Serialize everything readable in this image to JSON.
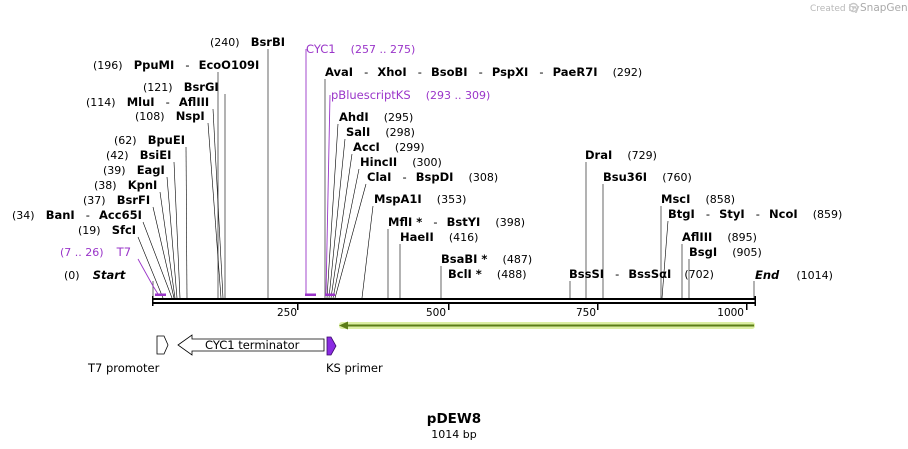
{
  "credit": "Created by",
  "brand": "SnapGene",
  "map": {
    "title": "pDEW8",
    "subtitle": "1014 bp",
    "length": 1014,
    "start_label": "Start",
    "start_pos": "(0)",
    "end_label": "End",
    "end_pos": "(1014)",
    "ticks": [
      "250",
      "500",
      "750",
      "1000"
    ],
    "tick_values": [
      250,
      500,
      750,
      1000
    ]
  },
  "enzymes": [
    {
      "pos": "(240)",
      "names": [
        "BsrBI"
      ],
      "site": 240
    },
    {
      "pos": "(196)",
      "names": [
        "PpuMI",
        "EcoO109I"
      ],
      "site": 196
    },
    {
      "pos": "(121)",
      "names": [
        "BsrGI"
      ],
      "site": 121
    },
    {
      "pos": "(114)",
      "names": [
        "MluI",
        "AflIII"
      ],
      "site": 114
    },
    {
      "pos": "(108)",
      "names": [
        "NspI"
      ],
      "site": 108
    },
    {
      "pos": "(62)",
      "names": [
        "BpuEI"
      ],
      "site": 62
    },
    {
      "pos": "(42)",
      "names": [
        "BsiEI"
      ],
      "site": 42
    },
    {
      "pos": "(39)",
      "names": [
        "EagI"
      ],
      "site": 39
    },
    {
      "pos": "(38)",
      "names": [
        "KpnI"
      ],
      "site": 38
    },
    {
      "pos": "(37)",
      "names": [
        "BsrFI"
      ],
      "site": 37
    },
    {
      "pos": "(34)",
      "names": [
        "BanI",
        "Acc65I"
      ],
      "site": 34
    },
    {
      "pos": "(19)",
      "names": [
        "SfcI"
      ],
      "site": 19
    },
    {
      "pos": "(292)",
      "names": [
        "AvaI",
        "XhoI",
        "BsoBI",
        "PspXI",
        "PaeR7I"
      ],
      "site": 292
    },
    {
      "pos": "(295)",
      "names": [
        "AhdI"
      ],
      "site": 295
    },
    {
      "pos": "(298)",
      "names": [
        "SalI"
      ],
      "site": 298
    },
    {
      "pos": "(299)",
      "names": [
        "AccI"
      ],
      "site": 299
    },
    {
      "pos": "(300)",
      "names": [
        "HincII"
      ],
      "site": 300
    },
    {
      "pos": "(308)",
      "names": [
        "ClaI",
        "BspDI"
      ],
      "site": 308
    },
    {
      "pos": "(353)",
      "names": [
        "MspA1I"
      ],
      "site": 353
    },
    {
      "pos": "(398)",
      "names": [
        "MflI *",
        "BstYI"
      ],
      "site": 398
    },
    {
      "pos": "(416)",
      "names": [
        "HaeII"
      ],
      "site": 416
    },
    {
      "pos": "(487)",
      "names": [
        "BsaBI *"
      ],
      "site": 487
    },
    {
      "pos": "(488)",
      "names": [
        "BclI *"
      ],
      "site": 488
    },
    {
      "pos": "(729)",
      "names": [
        "DraI"
      ],
      "site": 729
    },
    {
      "pos": "(760)",
      "names": [
        "Bsu36I"
      ],
      "site": 760
    },
    {
      "pos": "(702)",
      "names": [
        "BssSI",
        "BssSαI"
      ],
      "site": 702
    },
    {
      "pos": "(858)",
      "names": [
        "MscI"
      ],
      "site": 858
    },
    {
      "pos": "(859)",
      "names": [
        "BtgI",
        "StyI",
        "NcoI"
      ],
      "site": 859
    },
    {
      "pos": "(895)",
      "names": [
        "AflIII"
      ],
      "site": 895
    },
    {
      "pos": "(905)",
      "names": [
        "BsgI"
      ],
      "site": 905
    }
  ],
  "features": [
    {
      "name": "CYC1",
      "range": "(257 .. 275)",
      "start": 257,
      "end": 275
    },
    {
      "name": "pBluescriptKS",
      "range": "(293 .. 309)",
      "start": 293,
      "end": 309
    },
    {
      "name": "T7",
      "range": "(7 .. 26)",
      "start": 7,
      "end": 26
    }
  ],
  "annotations": {
    "t7_promoter": "T7 promoter",
    "cyc1_terminator": "CYC1 terminator",
    "ks_primer": "KS primer"
  },
  "colors": {
    "feature": "#9a35c9",
    "orf_arrow": "#6a8c1f",
    "orf_glow": "#d8ec9a",
    "credit": "#b8b8b8",
    "primer_fill": "#8a2be2"
  }
}
